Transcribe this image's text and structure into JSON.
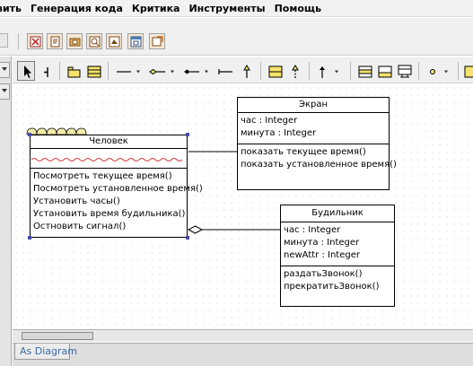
{
  "menu": [
    "вить",
    "Генерация кода",
    "Критика",
    "Инструменты",
    "Помощь"
  ],
  "classes": {
    "person": {
      "name": "Человек",
      "attributes": [],
      "operations": [
        "Посмотреть текущее время()",
        "Посмотреть установленное время()",
        "Установить часы()",
        "Установить время будильника()",
        "Остновить сигнал()"
      ]
    },
    "screen": {
      "name": "Экран",
      "attributes": [
        "час : Integer",
        "минута : Integer"
      ],
      "operations": [
        "показать текущее время()",
        "показать установленное время()"
      ]
    },
    "alarm": {
      "name": "Будильник",
      "attributes": [
        "час : Integer",
        "минута : Integer",
        "newAttr : Integer"
      ],
      "operations": [
        "раздатьЗвонок()",
        "прекратитьЗвонок()"
      ]
    }
  },
  "tabs": {
    "diagram": "As Diagram"
  },
  "colors": {
    "selection_handle": "#4a4aa8",
    "squiggle": "#d03a3a",
    "note_fill": "#f2eaa8",
    "tab_text": "#3a6aa8"
  }
}
